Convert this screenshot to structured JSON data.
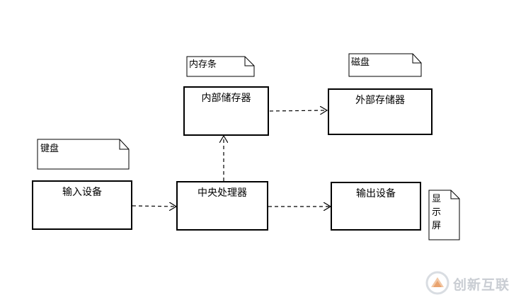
{
  "diagram": {
    "nodes": {
      "cpu": "中央处理器",
      "input_device": "输入设备",
      "output_device": "输出设备",
      "internal_storage": "内部储存器",
      "external_storage": "外部存储器"
    },
    "notes": {
      "keyboard": "键盘",
      "memory_stick": "内存条",
      "disk": "磁盘",
      "display": "显示屏"
    },
    "edges": [
      {
        "from": "input_device",
        "to": "cpu",
        "style": "dashed"
      },
      {
        "from": "cpu",
        "to": "output_device",
        "style": "dashed"
      },
      {
        "from": "cpu",
        "to": "internal_storage",
        "style": "dashed"
      },
      {
        "from": "internal_storage",
        "to": "external_storage",
        "style": "dashed"
      }
    ]
  },
  "watermark": {
    "text": "创新互联",
    "color": "#c9cdd3"
  }
}
